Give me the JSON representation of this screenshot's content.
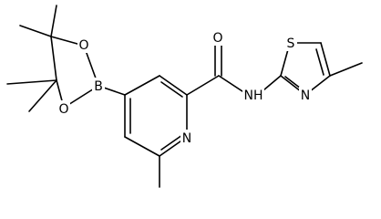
{
  "molecule": {
    "atoms": {
      "O1": "O",
      "O2": "O",
      "B": "B",
      "N_pyridine": "N",
      "O_carbonyl": "O",
      "NH": "NH",
      "S": "S",
      "N_thiazole": "N"
    }
  }
}
